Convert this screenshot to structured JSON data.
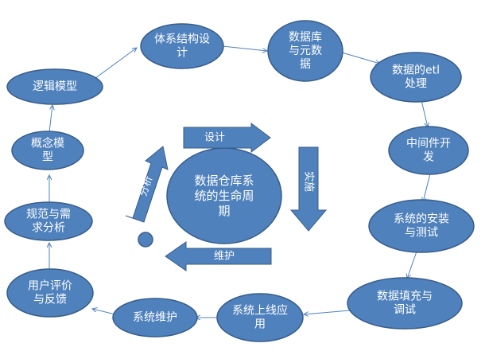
{
  "diagram": {
    "title_lines": [
      "数据仓库系",
      "统的生命周",
      "期"
    ],
    "nodes": [
      {
        "id": "arch",
        "lines": [
          "体系结构设",
          "计"
        ]
      },
      {
        "id": "db-meta",
        "lines": [
          "数据库",
          "与元数",
          "据"
        ]
      },
      {
        "id": "etl",
        "lines": [
          "数据的etl",
          "处理"
        ]
      },
      {
        "id": "middleware",
        "lines": [
          "中间件开",
          "发"
        ]
      },
      {
        "id": "install",
        "lines": [
          "系统的安装",
          "与测试"
        ]
      },
      {
        "id": "fill",
        "lines": [
          "数据填充与",
          "调试"
        ]
      },
      {
        "id": "online",
        "lines": [
          "系统上线应",
          "用"
        ]
      },
      {
        "id": "maintain",
        "lines": [
          "系统维护"
        ]
      },
      {
        "id": "feedback",
        "lines": [
          "用户评价",
          "与反馈"
        ]
      },
      {
        "id": "requirements",
        "lines": [
          "规范与需",
          "求分析"
        ]
      },
      {
        "id": "concept",
        "lines": [
          "概念模",
          "型"
        ]
      },
      {
        "id": "logic",
        "lines": [
          "逻辑模型"
        ]
      }
    ],
    "phases": {
      "design": "设计",
      "implement": "实施",
      "maintain": "维护",
      "analyze": "分析"
    },
    "colors": {
      "node_fill": "#4f81bd",
      "node_stroke": "#385d8a",
      "arrow_fill": "#4f81bd",
      "connector": "#4f81bd",
      "text": "#ffffff"
    }
  }
}
